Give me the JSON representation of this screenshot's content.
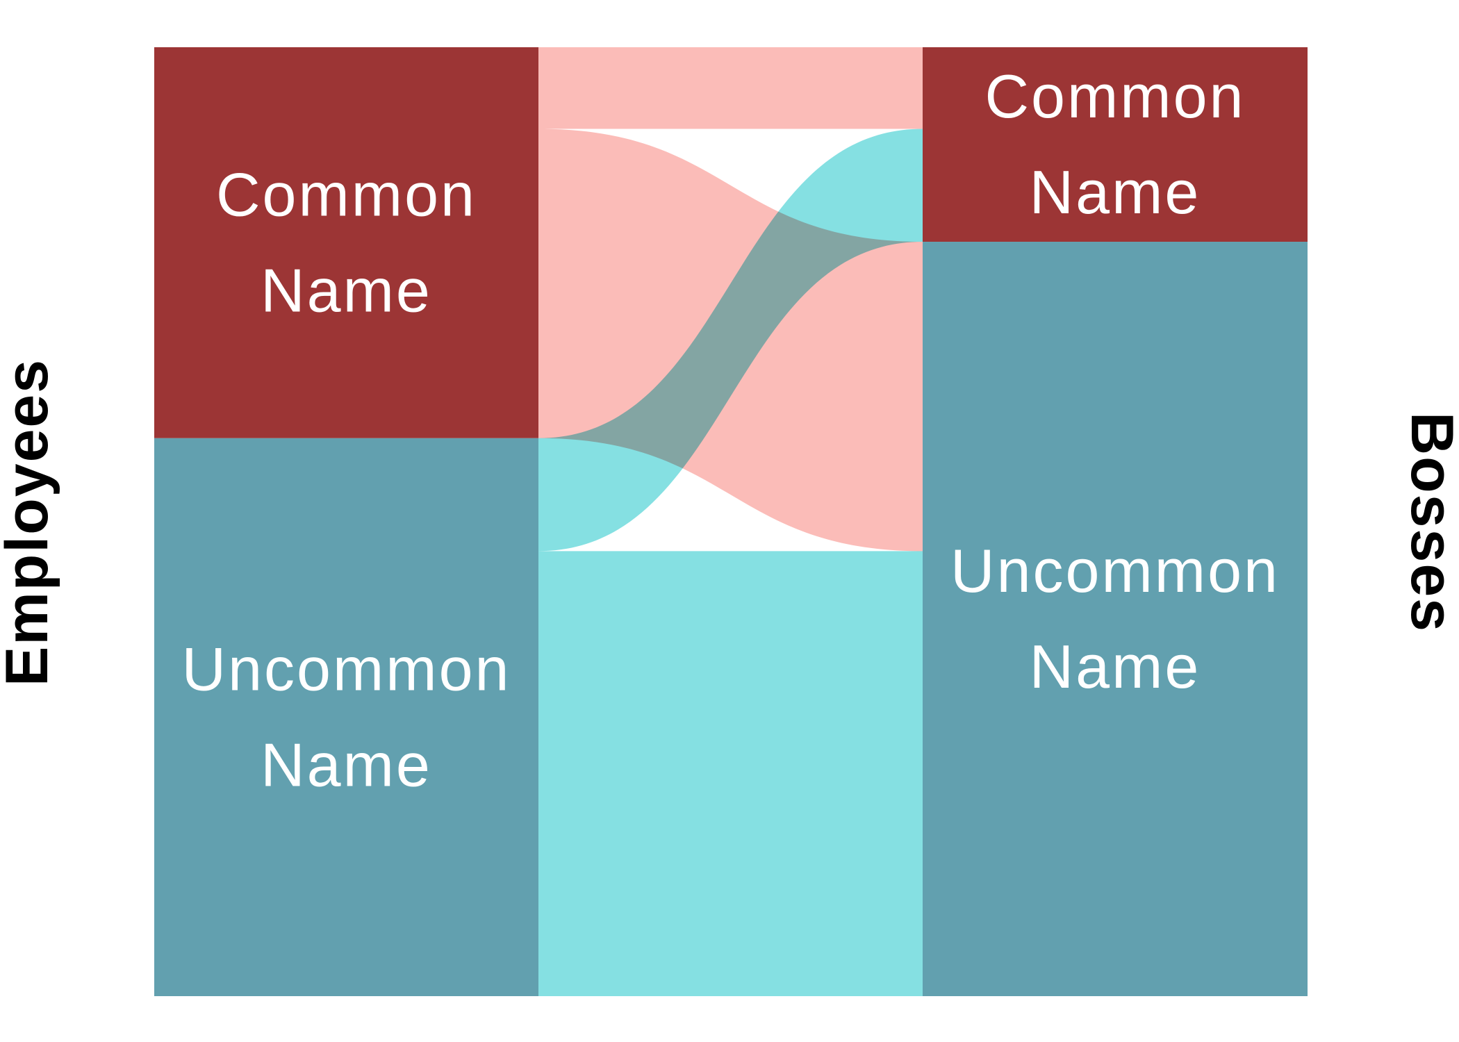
{
  "chart_data": {
    "type": "alluvial",
    "title": "",
    "axes": [
      "Employees",
      "Bosses"
    ],
    "categories": [
      "Common Name",
      "Uncommon Name"
    ],
    "label_lines": {
      "Common Name": [
        "Common",
        "Name"
      ],
      "Uncommon Name": [
        "Uncommon",
        "Name"
      ]
    },
    "flows": [
      {
        "from": "Common Name",
        "to": "Common Name",
        "value": 0.086
      },
      {
        "from": "Common Name",
        "to": "Uncommon Name",
        "value": 0.326
      },
      {
        "from": "Uncommon Name",
        "to": "Common Name",
        "value": 0.119
      },
      {
        "from": "Uncommon Name",
        "to": "Uncommon Name",
        "value": 0.469
      }
    ],
    "colors": {
      "node_common": "#9c3535",
      "node_uncommon": "#62a0af",
      "flow_from_common": "#fbbab6",
      "flow_from_uncommon": "#81dfe1"
    }
  }
}
